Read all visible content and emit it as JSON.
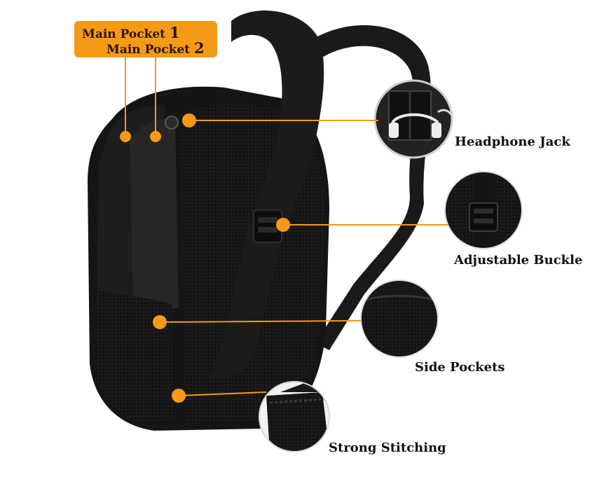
{
  "callout_badge": {
    "line1_text": "Main Pocket",
    "line1_num": "1",
    "line2_text": "Main Pocket",
    "line2_num": "2"
  },
  "features": [
    {
      "label": "Headphone Jack"
    },
    {
      "label": "Adjustable Buckle"
    },
    {
      "label": "Side Pockets"
    },
    {
      "label": "Strong Stitching"
    }
  ],
  "colors": {
    "accent": "#f49a17",
    "backpack": "#141414",
    "background": "#ffffff"
  }
}
